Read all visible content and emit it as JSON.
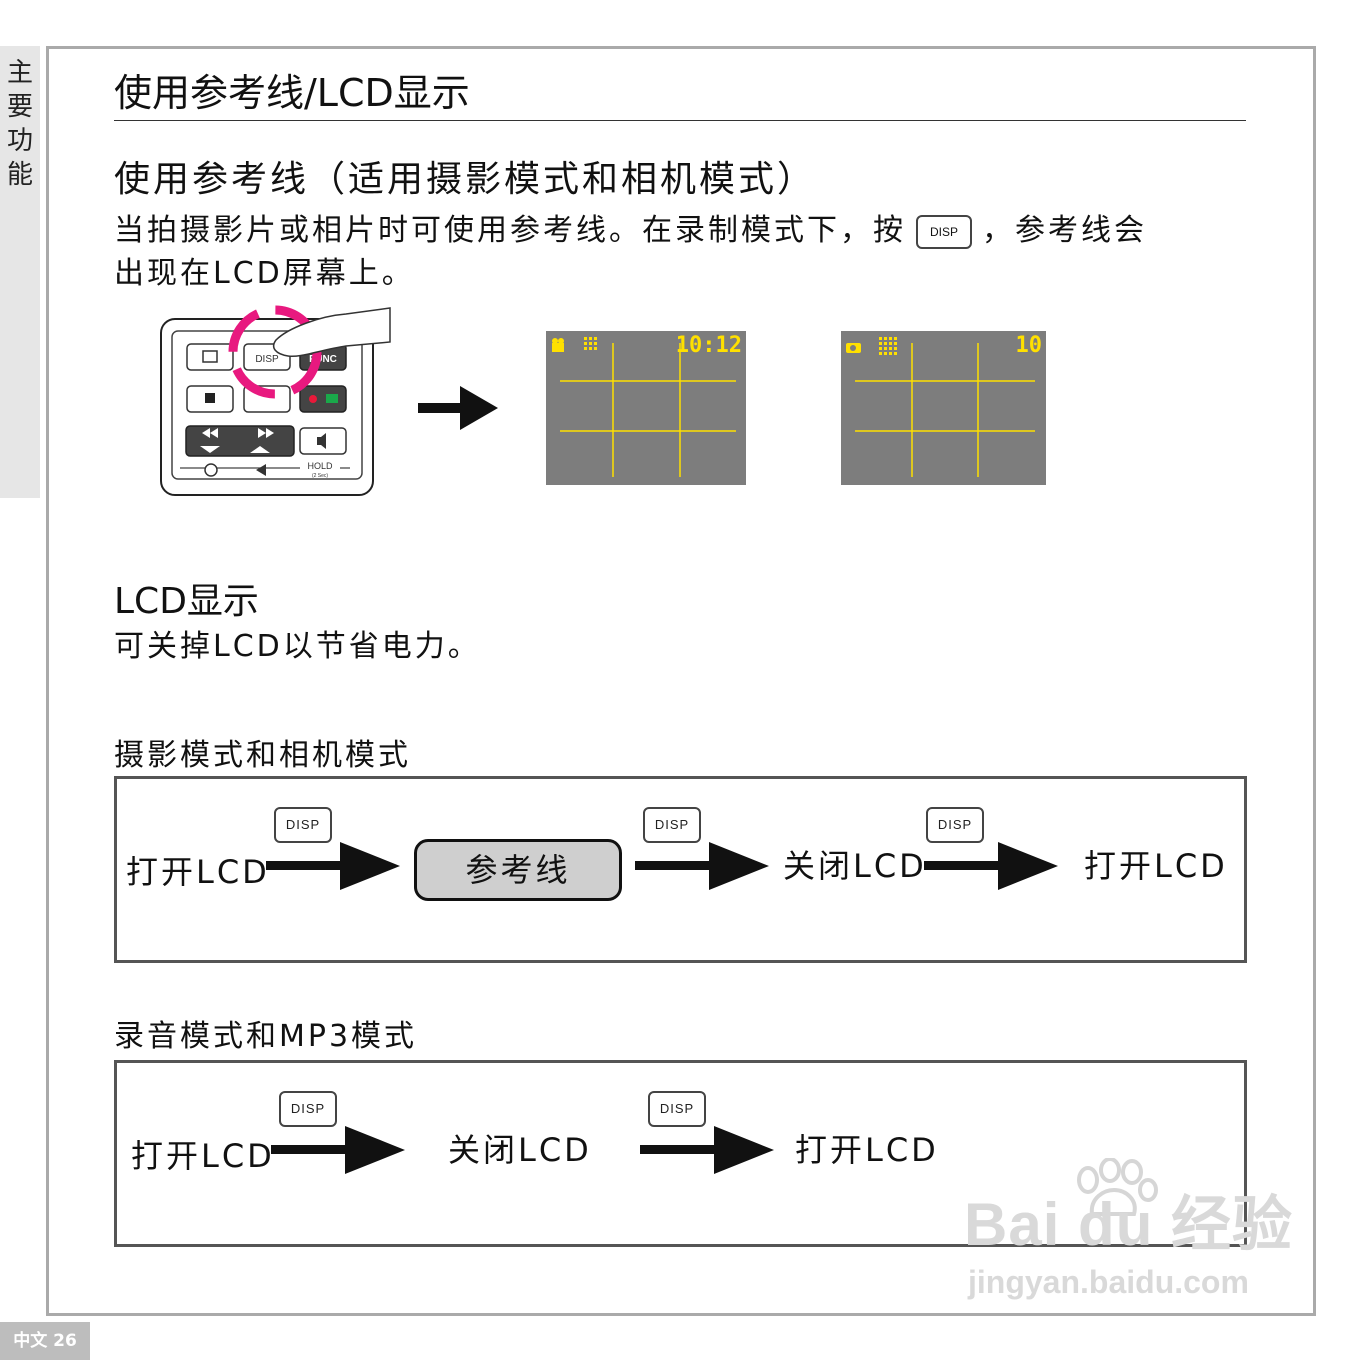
{
  "sidebar": {
    "label": "主要功能",
    "page_number": "中文 26"
  },
  "page": {
    "title": "使用参考线/LCD显示"
  },
  "section1": {
    "heading": "使用参考线（适用摄影模式和相机模式）",
    "body_before": "当拍摄影片或相片时可使用参考线。在录制模式下，按",
    "body_after": "，参考线会",
    "body_line2": "出现在LCD屏幕上。",
    "key_label": "DISP"
  },
  "keypad": {
    "disp": "DISP",
    "func": "FUNC",
    "hold": "HOLD",
    "hold_sub": "(2 Sec)"
  },
  "screens": {
    "video_time": "10:12",
    "photo_count": "10"
  },
  "section2": {
    "heading": "LCD显示",
    "body": "可关掉LCD以节省电力。"
  },
  "flow1": {
    "label": "摄影模式和相机模式",
    "step1": "打开LCD",
    "step2": "参考线",
    "step3": "关闭LCD",
    "step4": "打开LCD",
    "key": "DISP"
  },
  "flow2": {
    "label": "录音模式和MP3模式",
    "step1": "打开LCD",
    "step2": "关闭LCD",
    "step3": "打开LCD",
    "key": "DISP"
  },
  "watermark": {
    "brand": "Bai du 经验",
    "url": "jingyan.baidu.com"
  },
  "colors": {
    "accent_pink": "#e8197f",
    "lcd_yellow": "#ffe000",
    "lcd_gray": "#7d7d7d"
  }
}
